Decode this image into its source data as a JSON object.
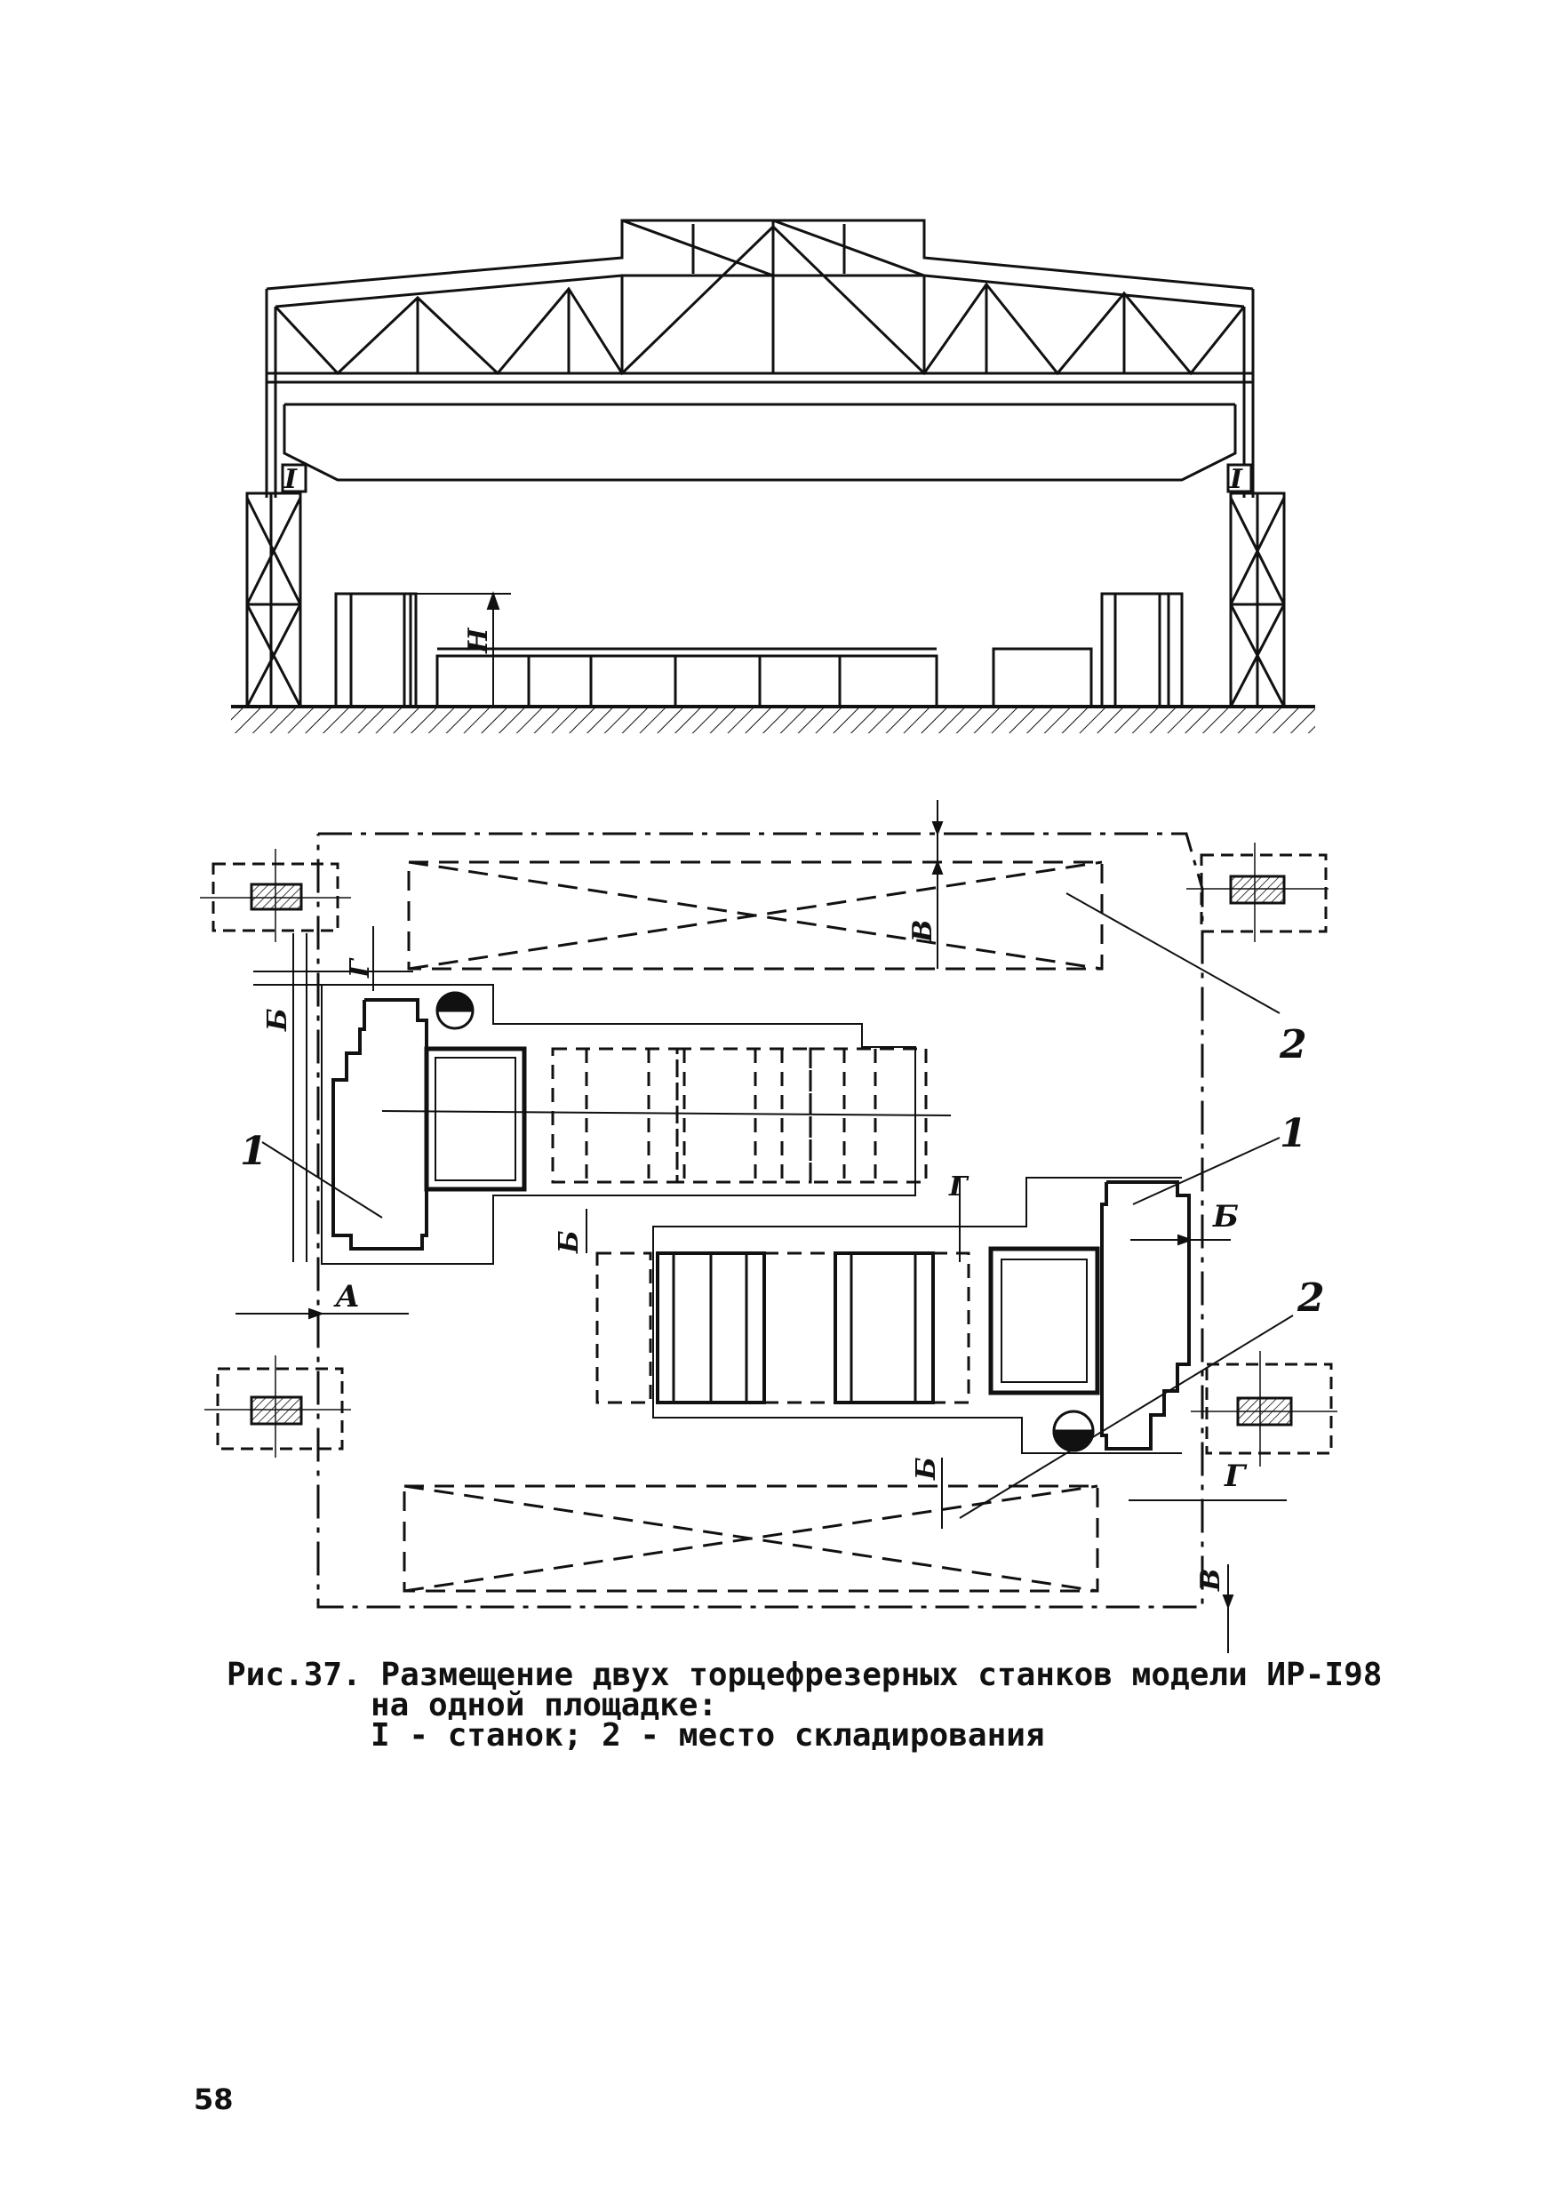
{
  "section_drawing": {
    "crane_label_left": "I",
    "crane_label_right": "I",
    "height_label": "H"
  },
  "plan_drawing": {
    "machine_label_1": "1",
    "machine_label_2": "1",
    "storage_label_1": "2",
    "storage_label_2": "2",
    "dimension_labels": {
      "a": "A",
      "b_left": "Б",
      "b_middle": "Б",
      "b_right": "Б",
      "b_bottom": "Б",
      "v_top": "В",
      "v_bottom": "В",
      "g_left": "Г",
      "g_middle": "Г",
      "g_right": "Г"
    }
  },
  "caption": {
    "line1": "Рис.37. Размещение двух торцефрезерных станков модели ИР-I98",
    "line2": "на одной площадке:",
    "line3": "I - станок; 2 - место складирования"
  },
  "page_number": "58"
}
